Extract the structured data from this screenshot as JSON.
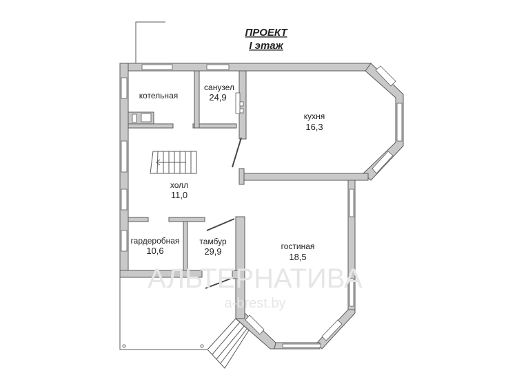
{
  "title": {
    "line1": "ПРОЕКТ",
    "line2": "I этаж"
  },
  "rooms": [
    {
      "name": "котельная",
      "area": ""
    },
    {
      "name": "санузел",
      "area": "24,9"
    },
    {
      "name": "кухня",
      "area": "16,3"
    },
    {
      "name": "холл",
      "area": "11,0"
    },
    {
      "name": "гардеробная",
      "area": "10,6"
    },
    {
      "name": "тамбур",
      "area": "29,9"
    },
    {
      "name": "гостиная",
      "area": "18,5"
    }
  ],
  "watermark": {
    "brand": "АЛЬТЕРНАТИВА",
    "site": "a-brest.by"
  },
  "colors": {
    "wall": "#c9c9c9",
    "outline": "#5a5a5a"
  }
}
